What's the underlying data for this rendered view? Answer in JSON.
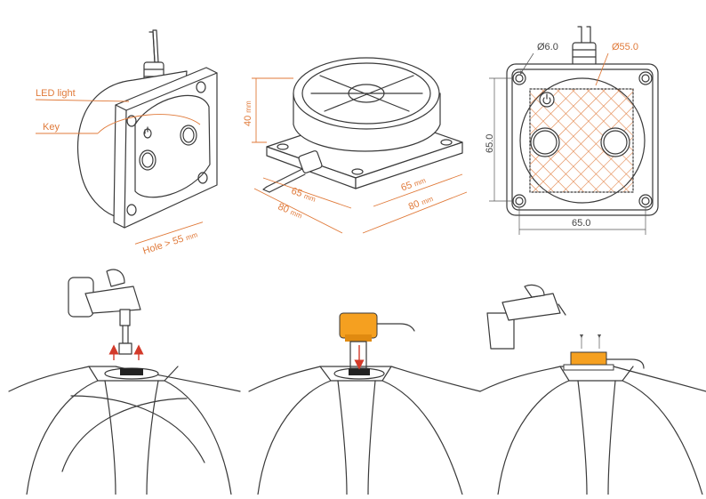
{
  "labels": {
    "led_light": "LED light",
    "key": "Key",
    "hole": "Hole",
    "hole_gt": ">",
    "hole_value": "55",
    "hole_unit": "mm",
    "height_value": "40",
    "height_unit": "mm",
    "w1_value": "65",
    "w2_value": "80",
    "w3_value": "65",
    "w4_value": "80",
    "unit_mm": "mm",
    "hole_dia": "Ø6.0",
    "sensor_dia": "Ø55.0",
    "side_dim": "65.0",
    "bottom_dim": "65.0"
  },
  "colors": {
    "annotation": "#e07a3a",
    "line": "#3a3a3a",
    "sensor_body": "#f5a020",
    "arrow": "#d33a2a",
    "hatch": "#e07a3a"
  }
}
